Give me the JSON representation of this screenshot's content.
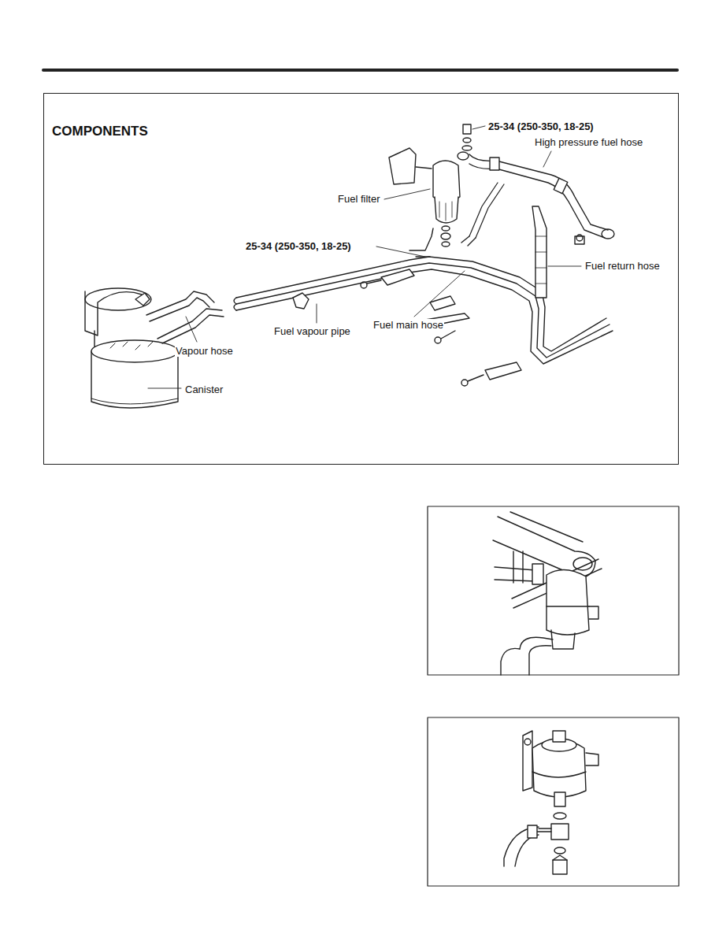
{
  "diagram": {
    "nodes": [
      {
        "text": [
          "COMPONENTS"
        ]
      }
    ],
    "labels": [
      "25-34 (250-350, 18-25)",
      "High pressure fuel hose",
      "Fuel filter",
      "25-34 (250-350, 18-25)",
      "Fuel return hose",
      "Fuel vapour pipe",
      "Fuel main hose",
      "Vapour hose",
      "Canister"
    ]
  }
}
